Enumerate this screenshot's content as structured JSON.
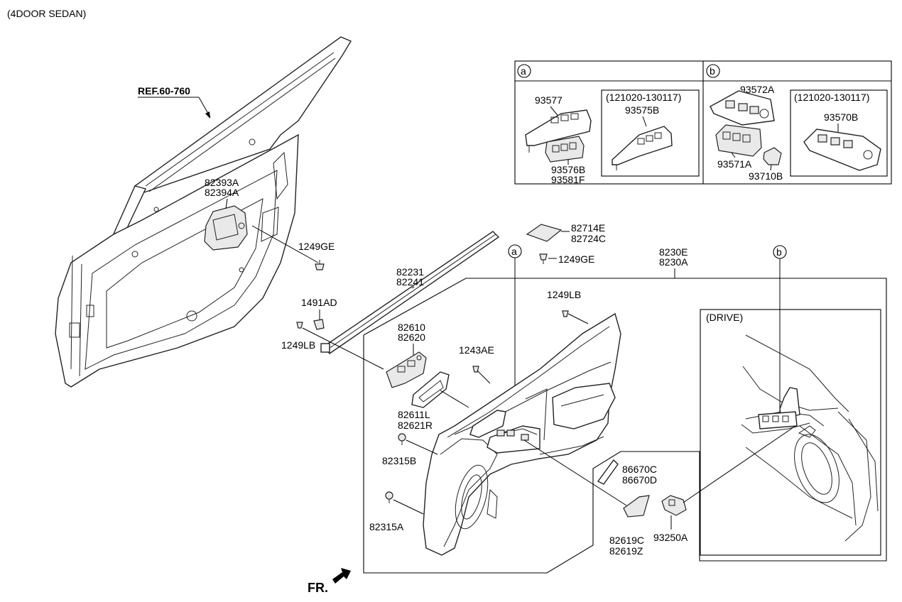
{
  "title": "(4DOOR SEDAN)",
  "ref_label": "REF.60-760",
  "fr_label": "FR.",
  "inset_a": {
    "marker": "a",
    "part_93577": "93577",
    "part_93576b": "93576B",
    "part_93581f": "93581F",
    "date_range": "(121020-130117)",
    "part_93575b": "93575B"
  },
  "inset_b": {
    "marker": "b",
    "part_93572a": "93572A",
    "part_93571a": "93571A",
    "part_93710b": "93710B",
    "date_range": "(121020-130117)",
    "part_93570b": "93570B"
  },
  "drive_label": "(DRIVE)",
  "callouts": {
    "a": "a",
    "b": "b"
  },
  "parts": {
    "p82393a": "82393A",
    "p82394a": "82394A",
    "p1249ge_left": "1249GE",
    "p82231": "82231",
    "p82241": "82241",
    "p82714e": "82714E",
    "p82724c": "82724C",
    "p1249ge_top": "1249GE",
    "p8230e": "8230E",
    "p8230a": "8230A",
    "p1491ad": "1491AD",
    "p1249lb_left": "1249LB",
    "p1249lb_right": "1249LB",
    "p82610": "82610",
    "p82620": "82620",
    "p1243ae": "1243AE",
    "p82611l": "82611L",
    "p82621r": "82621R",
    "p82315b": "82315B",
    "p82315a": "82315A",
    "p86670c": "86670C",
    "p86670d": "86670D",
    "p82619c": "82619C",
    "p82619z": "82619Z",
    "p93250a": "93250A"
  }
}
